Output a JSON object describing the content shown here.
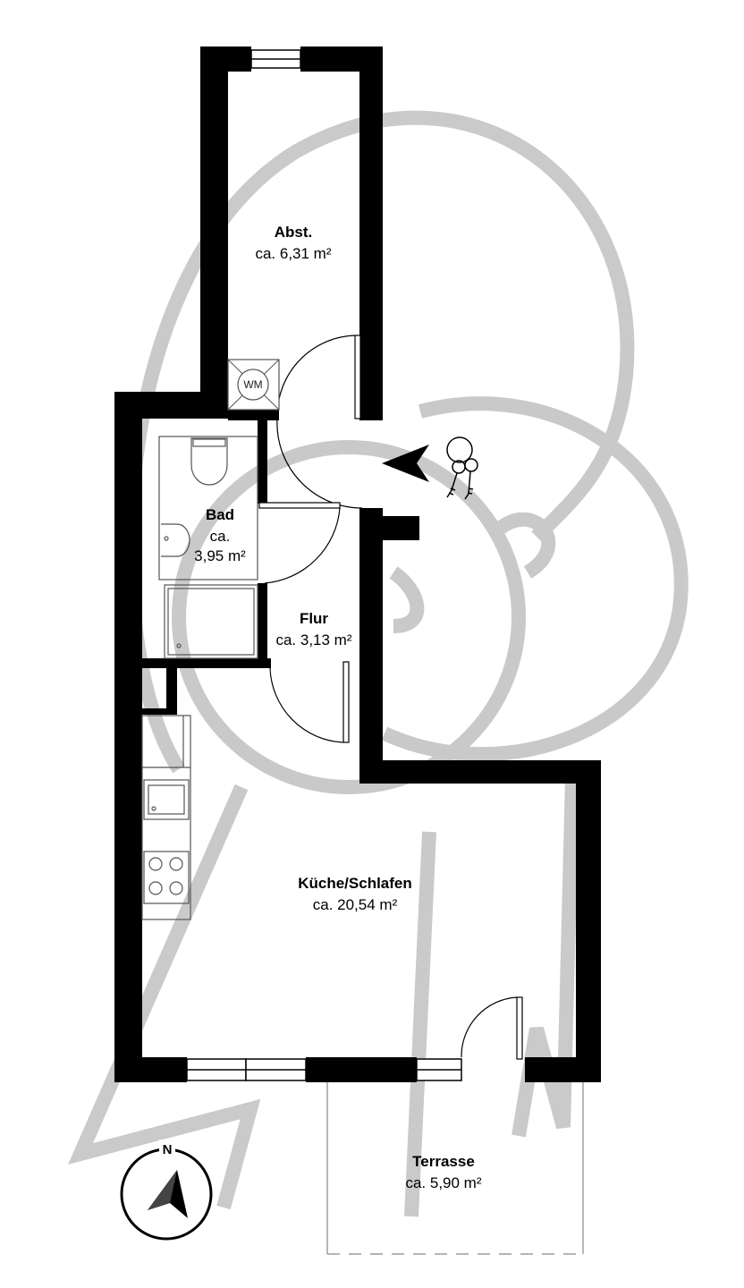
{
  "rooms": {
    "abst": {
      "name": "Abst.",
      "area": "ca. 6,31 m²"
    },
    "bad": {
      "name": "Bad",
      "area_line1": "ca.",
      "area_line2": "3,95 m²"
    },
    "flur": {
      "name": "Flur",
      "area": "ca. 3,13 m²"
    },
    "kueche": {
      "name": "Küche/Schlafen",
      "area": "ca. 20,54 m²"
    },
    "terrasse": {
      "name": "Terrasse",
      "area": "ca. 5,90 m²"
    }
  },
  "fixtures": {
    "washing_machine": "WM"
  },
  "compass": {
    "label": "N"
  },
  "icons": {
    "entrance": "entrance-arrow-icon",
    "keys": "keys-icon",
    "compass": "north-compass-icon"
  },
  "colors": {
    "wall": "#000000",
    "fixture_line": "#555555",
    "watermark": "#c4c4c4"
  }
}
